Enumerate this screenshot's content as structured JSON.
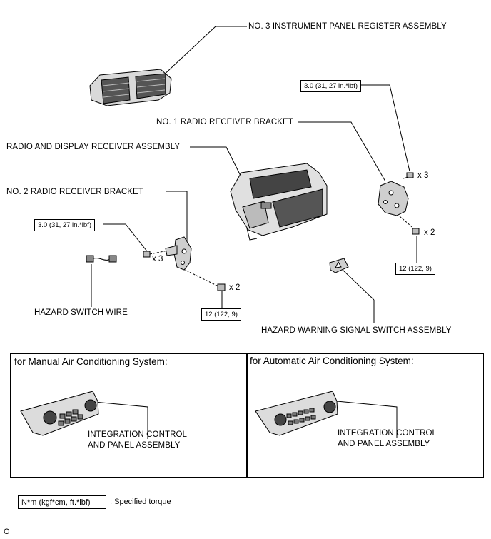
{
  "labels": {
    "register": "NO. 3 INSTRUMENT PANEL REGISTER ASSEMBLY",
    "radio_bracket_1": "NO. 1 RADIO RECEIVER BRACKET",
    "radio_display": "RADIO AND DISPLAY RECEIVER ASSEMBLY",
    "radio_bracket_2": "NO. 2 RADIO RECEIVER BRACKET",
    "hazard_wire": "HAZARD SWITCH WIRE",
    "hazard_switch": "HAZARD WARNING SIGNAL SWITCH ASSEMBLY"
  },
  "torques": {
    "right_top": "3.0 (31, 27 in.*lbf)",
    "left_top": "3.0 (31, 27 in.*lbf)",
    "right_bottom": "12 (122, 9)",
    "left_bottom": "12 (122, 9)"
  },
  "quantities": {
    "right_top": "x 3",
    "right_bottom": "x 2",
    "left_top": "x 3",
    "left_bottom": "x 2"
  },
  "panels": {
    "manual": {
      "title": "for Manual Air Conditioning System:",
      "line1": "INTEGRATION CONTROL",
      "line2": "AND PANEL ASSEMBLY"
    },
    "automatic": {
      "title": "for Automatic Air Conditioning System:",
      "line1": "INTEGRATION CONTROL",
      "line2": "AND PANEL ASSEMBLY"
    }
  },
  "legend": {
    "key": "N*m (kgf*cm, ft.*lbf)",
    "description": ": Specified torque"
  },
  "footer_code": "O"
}
